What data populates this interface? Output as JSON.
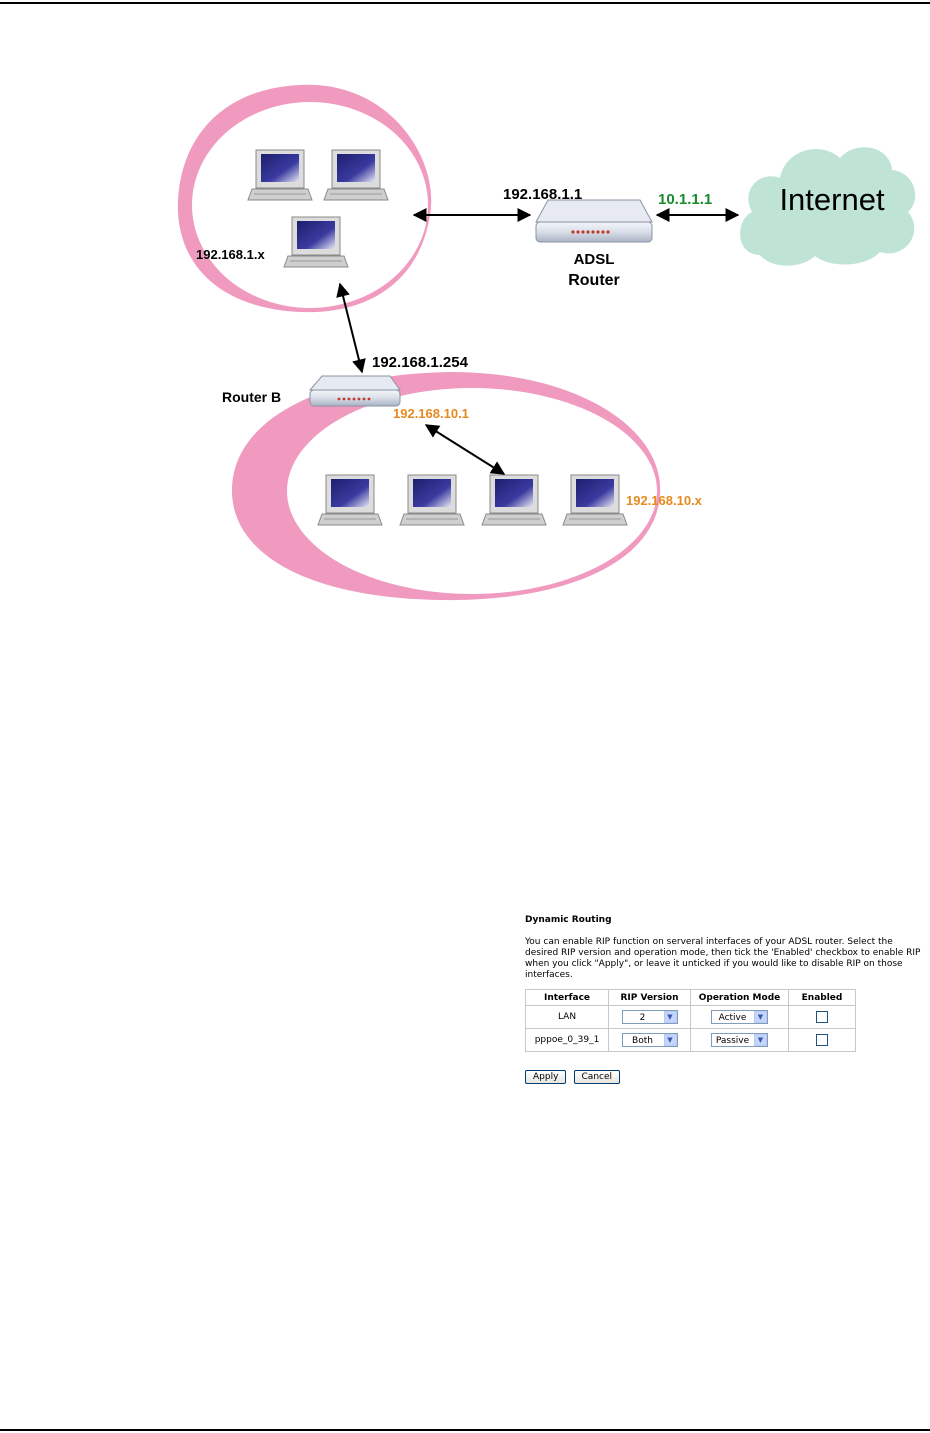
{
  "diagram": {
    "lan1_address": "192.168.1.x",
    "adsl_router_lan_ip": "192.168.1.1",
    "adsl_router_wan_ip": "10.1.1.1",
    "adsl_router_label_line1": "ADSL",
    "adsl_router_label_line2": "Router",
    "internet_label": "Internet",
    "router_b_label": "Router B",
    "router_b_wan_ip": "192.168.1.254",
    "router_b_lan_ip": "192.168.10.1",
    "lan2_address": "192.168.10.x",
    "colors": {
      "ring": "#f09ac0",
      "cloud": "#bfe4d6",
      "green_ip": "#1a8a2e",
      "orange_ip": "#e68a20"
    }
  },
  "dynamic_routing": {
    "title": "Dynamic Routing",
    "description": "You can enable RIP function on serveral interfaces of your ADSL router. Select the desired RIP version and operation mode, then tick the 'Enabled' checkbox to enable RIP when you click \"Apply\", or leave it unticked if you would like to disable RIP on those interfaces.",
    "columns": [
      "Interface",
      "RIP Version",
      "Operation Mode",
      "Enabled"
    ],
    "rows": [
      {
        "interface": "LAN",
        "rip_version": "2",
        "operation_mode": "Active",
        "enabled": false
      },
      {
        "interface": "pppoe_0_39_1",
        "rip_version": "Both",
        "operation_mode": "Passive",
        "enabled": false
      }
    ],
    "apply_label": "Apply",
    "cancel_label": "Cancel"
  }
}
